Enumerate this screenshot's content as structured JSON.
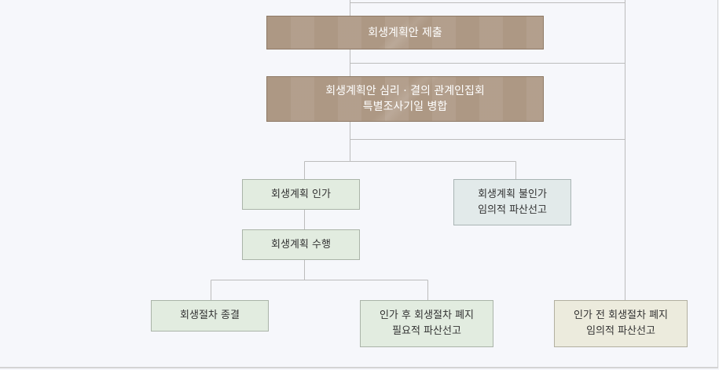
{
  "nodes": {
    "submit_plan": {
      "lines": [
        "회생계획안 제출"
      ]
    },
    "review_merge": {
      "lines": [
        "회생계획안 심리 · 결의 관계인집회",
        "특별조사기일 병합"
      ]
    },
    "approval": {
      "lines": [
        "회생계획 인가"
      ]
    },
    "disapproval": {
      "lines": [
        "회생계획 불인가",
        "임의적 파산선고"
      ]
    },
    "execution": {
      "lines": [
        "회생계획 수행"
      ]
    },
    "termination": {
      "lines": [
        "회생절차 종결"
      ]
    },
    "post_abolition": {
      "lines": [
        "인가 후 회생절차 폐지",
        "필요적 파산선고"
      ]
    },
    "pre_abolition": {
      "lines": [
        "인가 전 회생절차 폐지",
        "임의적 파산선고"
      ]
    }
  },
  "colors": {
    "brown_box": "#ad9884",
    "green_box": "#e2ece0",
    "blue_box": "#e2eaea",
    "beige_box": "#ecebdd",
    "connector": "#bcbcbc"
  }
}
